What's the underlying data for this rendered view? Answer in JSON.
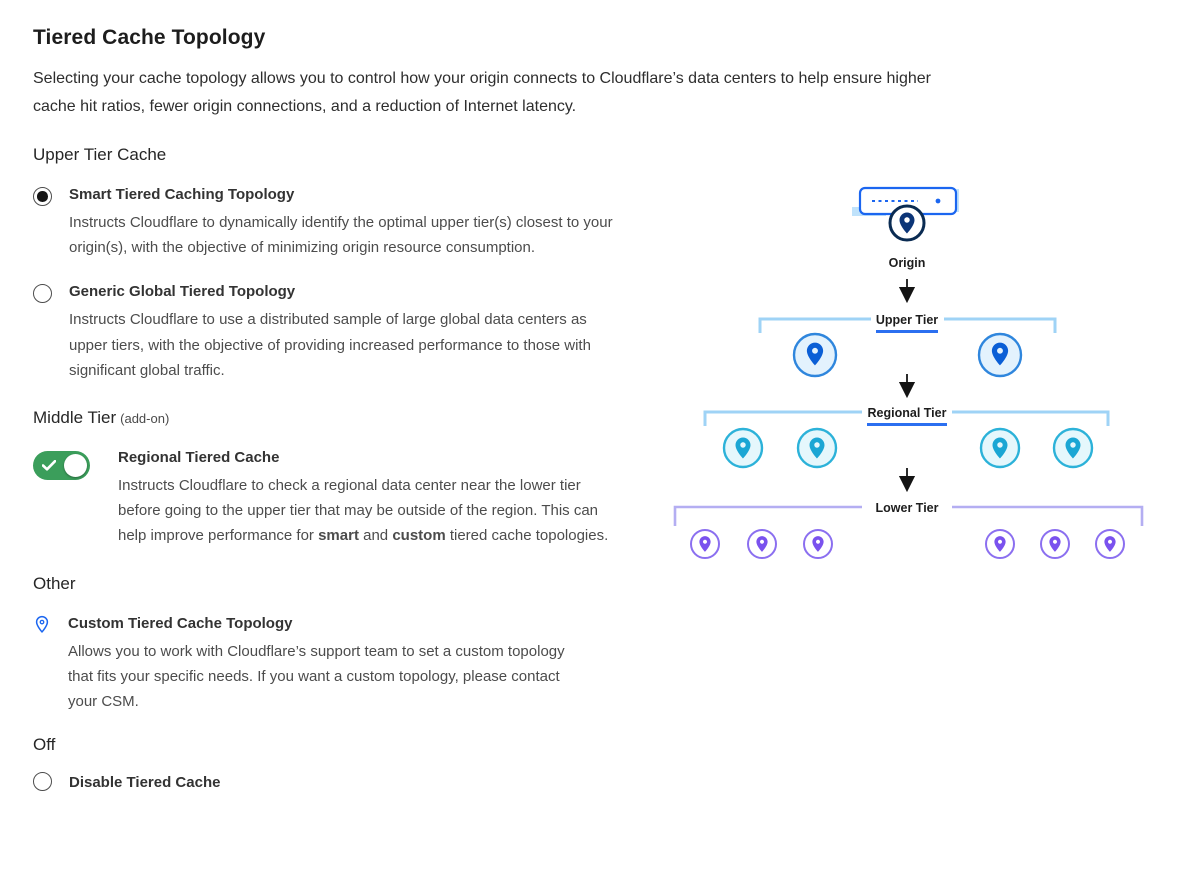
{
  "page": {
    "title": "Tiered Cache Topology",
    "intro": "Selecting your cache topology allows you to control how your origin connects to Cloudflare’s data centers to help ensure higher cache hit ratios, fewer origin connections, and a reduction of Internet latency."
  },
  "upper_tier": {
    "heading": "Upper Tier Cache",
    "options": [
      {
        "label": "Smart Tiered Caching Topology",
        "description": "Instructs Cloudflare to dynamically identify the optimal upper tier(s) closest to your origin(s), with the objective of minimizing origin resource consumption.",
        "selected": true
      },
      {
        "label": "Generic Global Tiered Topology",
        "description": "Instructs Cloudflare to use a distributed sample of large global data centers as upper tiers, with the objective of providing increased performance to those with significant global traffic.",
        "selected": false
      }
    ]
  },
  "middle_tier": {
    "heading": "Middle Tier",
    "heading_note": "(add-on)",
    "regional": {
      "label": "Regional Tiered Cache",
      "toggle_state": "on",
      "description_parts": [
        "Instructs Cloudflare to check a regional data center near the lower tier before going to the upper tier that may be outside of the region. This can help improve performance for ",
        "smart",
        " and ",
        "custom",
        " tiered cache topologies."
      ]
    }
  },
  "other": {
    "heading": "Other",
    "custom": {
      "label": "Custom Tiered Cache Topology",
      "description": "Allows you to work with Cloudflare’s support team to set a custom topology that fits your specific needs. If you want a custom topology, please contact your CSM."
    }
  },
  "off_section": {
    "heading": "Off",
    "option": {
      "label": "Disable Tiered Cache",
      "selected": false
    }
  },
  "diagram": {
    "origin_label": "Origin",
    "upper_label": "Upper Tier",
    "regional_label": "Regional Tier",
    "lower_label": "Lower Tier"
  },
  "colors": {
    "accent_blue": "#1b66f0",
    "toggle_green": "#3b9e5b",
    "upper_pin": "#0b5fd6",
    "regional_pin": "#1ba6d4",
    "lower_pin": "#7a52ee",
    "bracket_blue": "#9fd3f6",
    "bracket_purple": "#b4aef2"
  }
}
